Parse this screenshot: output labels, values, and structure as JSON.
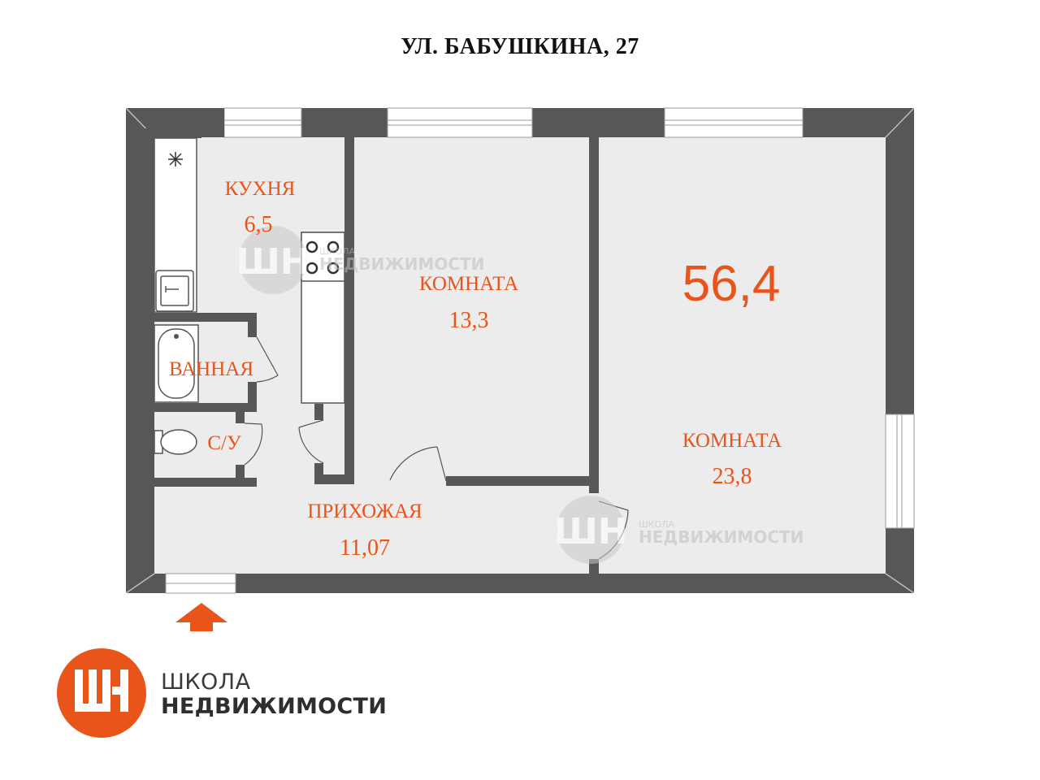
{
  "address": "УЛ. БАБУШКИНА, 27",
  "total_area": "56,4",
  "rooms": [
    {
      "name": "КУХНЯ",
      "area": "6,5"
    },
    {
      "name": "КОМНАТА",
      "area": "13,3"
    },
    {
      "name": "КОМНАТА",
      "area": "23,8"
    },
    {
      "name": "ВАННАЯ",
      "area": ""
    },
    {
      "name": "С/У",
      "area": ""
    },
    {
      "name": "ПРИХОЖАЯ",
      "area": "11,07"
    }
  ],
  "logo": {
    "line1": "ШКОЛА",
    "line2": "НЕДВИЖИМОСТИ"
  },
  "watermark": {
    "line1": "ШКОЛА",
    "line2": "НЕДВИЖИМОСТИ"
  },
  "colors": {
    "accent": "#e8541a",
    "wall": "#575757",
    "floor": "#ececec"
  },
  "icons": [
    "entrance-arrow-icon",
    "stove-icon",
    "sink-icon",
    "bathtub-icon",
    "toilet-icon",
    "fan-icon",
    "logo-icon"
  ]
}
